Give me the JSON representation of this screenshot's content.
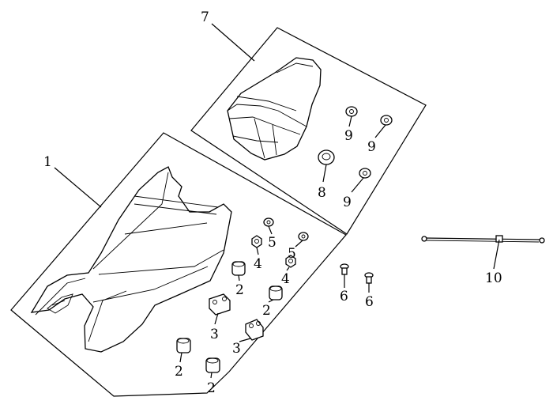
{
  "diagram": {
    "callouts": {
      "seat_front": "1",
      "seat_rear": "7",
      "damper_a": "2",
      "damper_b": "2",
      "damper_c": "2",
      "damper_d": "2",
      "bracket_a": "3",
      "bracket_b": "3",
      "nut_a": "4",
      "nut_b": "4",
      "washer_a": "5",
      "washer_b": "5",
      "bolt_a": "6",
      "bolt_b": "6",
      "grommet": "8",
      "clip_a": "9",
      "clip_b": "9",
      "clip_c": "9",
      "cable": "10"
    }
  }
}
